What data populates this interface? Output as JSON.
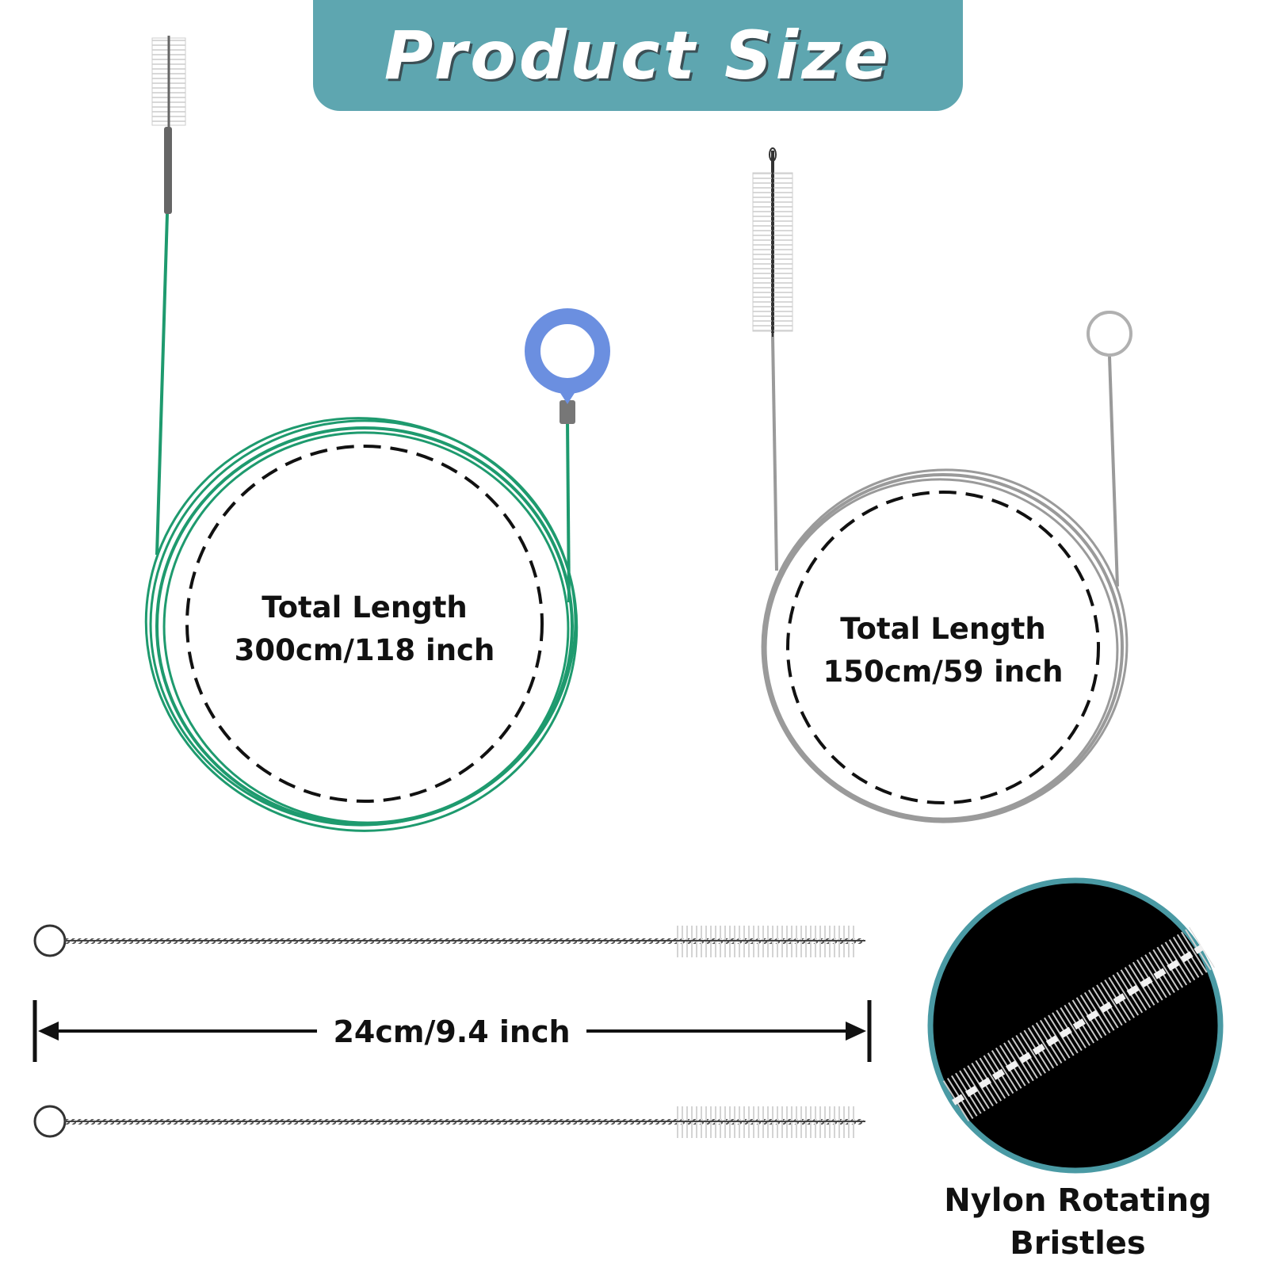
{
  "title": "Product Size",
  "brushes": [
    {
      "id": "long-green",
      "length_line1": "Total Length",
      "length_line2": "300cm/118 inch",
      "wire_color": "#1e9a6e",
      "ring_color": "#6b8fe0"
    },
    {
      "id": "medium-silver",
      "length_line1": "Total Length",
      "length_line2": "150cm/59 inch",
      "wire_color": "#9a9a9a",
      "ring_color": "#b0b0b0"
    }
  ],
  "small_brushes": {
    "count": 2,
    "measurement": "24cm/9.4 inch"
  },
  "detail": {
    "caption_line1": "Nylon Rotating",
    "caption_line2": "Bristles",
    "border_color": "#4a9aa4"
  },
  "colors": {
    "banner": "#5ea6b0",
    "banner_text": "#ffffff"
  }
}
